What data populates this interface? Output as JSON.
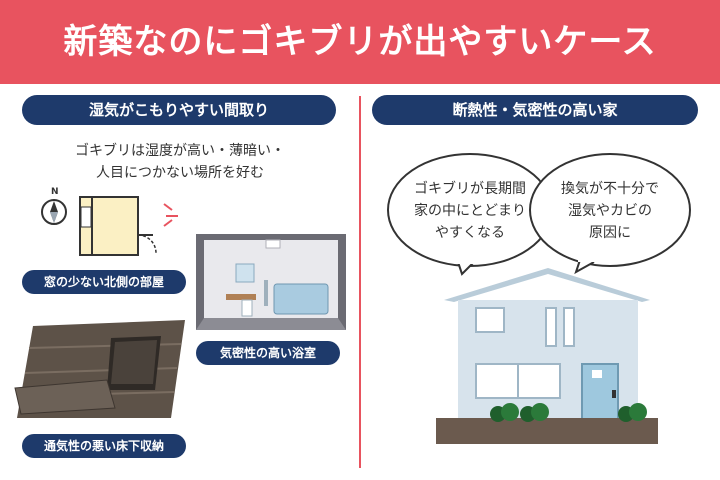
{
  "banner": {
    "title": "新築なのにゴキブリが出やすいケース"
  },
  "left": {
    "heading": "湿気がこもりやすい間取り",
    "description": [
      "ゴキブリは湿度が高い・薄暗い・",
      "人目につかない場所を好む"
    ],
    "compass_label": "N",
    "tags": {
      "north_room": "窓の少ない北側の部屋",
      "bathroom": "気密性の高い浴室",
      "underfloor": "通気性の悪い床下収納"
    }
  },
  "right": {
    "heading": "断熱性・気密性の高い家",
    "bubble_left": [
      "ゴキブリが長期間",
      "家の中にとどまり",
      "やすくなる"
    ],
    "bubble_right": [
      "換気が不十分で",
      "湿気やカビの",
      "原因に"
    ]
  },
  "colors": {
    "banner": "#e8535f",
    "pill": "#1e3a6b",
    "divider": "#e8535f",
    "house_wall": "#d7e3ec",
    "ground": "#6b5a4e",
    "door": "#9ec8de"
  }
}
